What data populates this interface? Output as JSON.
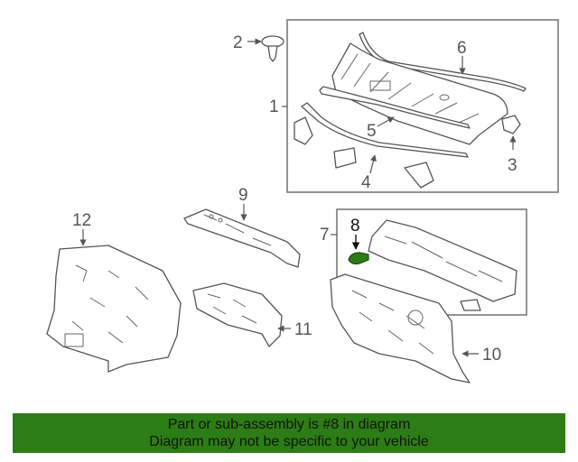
{
  "diagram": {
    "highlight_color": "#2d7d16",
    "callouts": {
      "c1": "1",
      "c2": "2",
      "c3": "3",
      "c4": "4",
      "c5": "5",
      "c6": "6",
      "c7": "7",
      "c8": "8",
      "c9": "9",
      "c10": "10",
      "c11": "11",
      "c12": "12"
    }
  },
  "banner": {
    "line1": "Part or sub-assembly is #8 in diagram",
    "line2": "Diagram may not be specific to your vehicle"
  }
}
